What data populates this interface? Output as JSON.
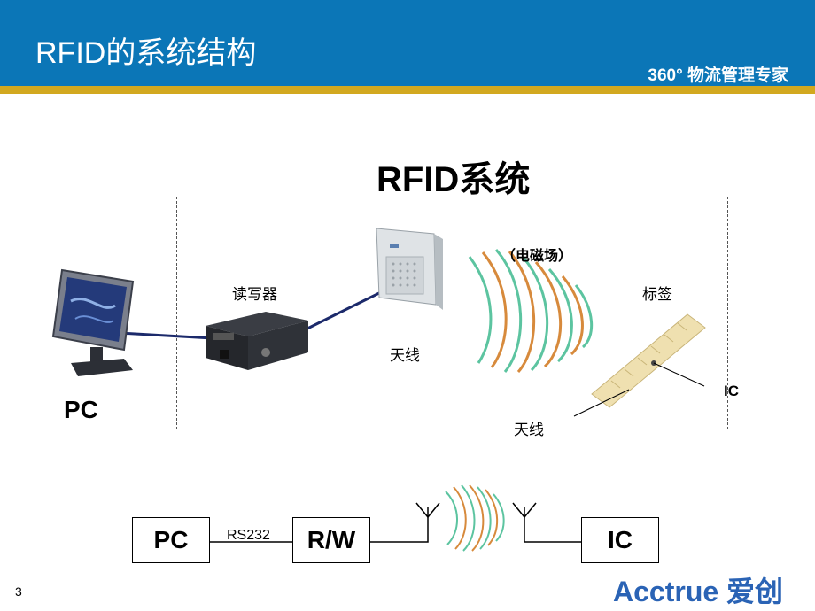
{
  "header": {
    "title": "RFID的系统结构",
    "tagline": "360°  物流管理专家"
  },
  "diagram": {
    "system_title": "RFID系统",
    "reader_label": "读写器",
    "antenna_label": "天线",
    "field_label": "（电磁场）",
    "tag_label": "标签",
    "ic_label": "IC",
    "tag_antenna_label": "天线",
    "pc_label": "PC"
  },
  "block_diagram": {
    "pc": "PC",
    "rw": "R/W",
    "ic": "IC",
    "link_label": "RS232"
  },
  "footer": {
    "page_number": "3",
    "logo_text": "Acctrue 爱创"
  },
  "colors": {
    "header_blue": "#0b76b7",
    "header_stripe": "#d2a81f",
    "cable": "#1c2a6b",
    "wave_green": "#5cc4a0",
    "wave_orange": "#d78a3c",
    "logo_blue": "#2a63b5"
  }
}
